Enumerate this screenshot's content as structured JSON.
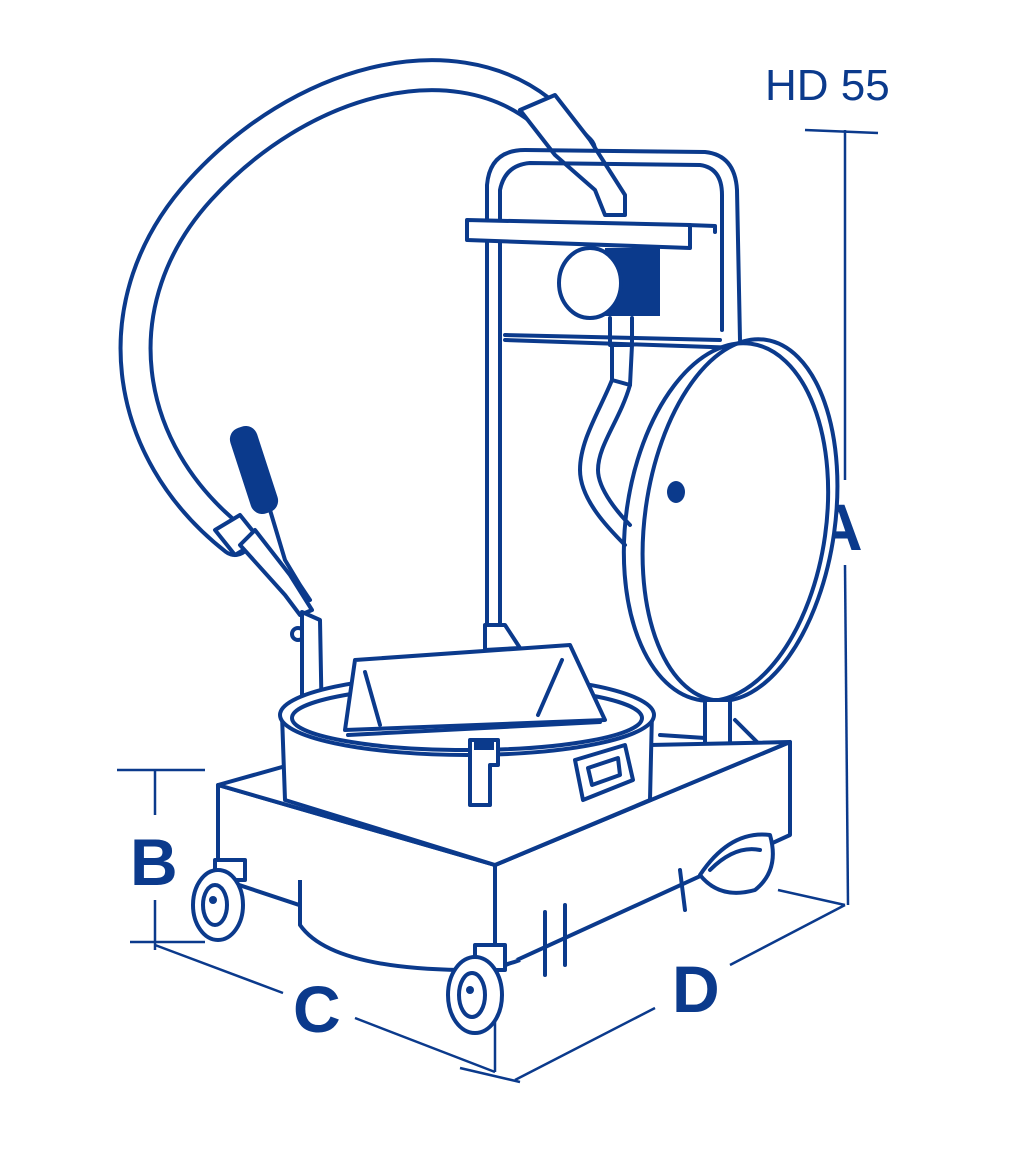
{
  "diagram": {
    "model": "HD 55",
    "dimensions": {
      "a": "A",
      "b": "B",
      "c": "C",
      "d": "D"
    },
    "line_color": "#0b3a8c"
  }
}
